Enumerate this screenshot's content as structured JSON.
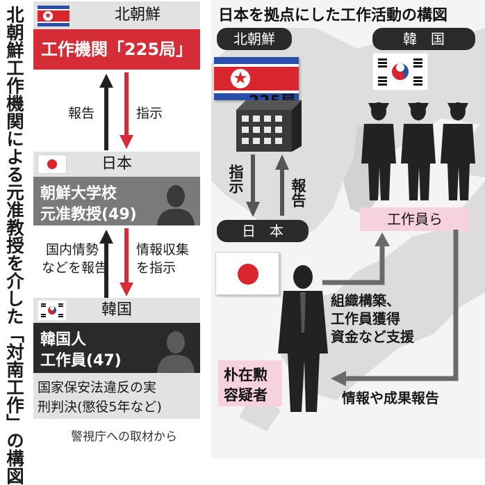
{
  "vertical_title": "北朝鮮工作機関による元准教授を介した「対南工作」の構図",
  "left": {
    "nk_header": "北朝鮮",
    "nk_agency": "工作機関「225局」",
    "label_report": "報告",
    "label_instruct": "指示",
    "japan_header": "日本",
    "japan_person": [
      "朝鮮大学校",
      "元准教授(49)"
    ],
    "label_domestic": [
      "国内情勢",
      "などを報告"
    ],
    "label_collect": [
      "情報収集",
      "を指示"
    ],
    "korea_header": "韓国",
    "korea_person": [
      "韓国人",
      "工作員(47)"
    ],
    "korea_sentence": [
      "国家保安法違反の実",
      "刑判決(懲役5年など)"
    ],
    "source": "警視庁への取材から"
  },
  "right": {
    "title": "日本を拠点にした工作活動の構図",
    "nk_tag": "北朝鮮",
    "korea_tag": "韓　国",
    "bureau": "225局",
    "instruct_v": "指示",
    "report_v": "報告",
    "japan_tag": "日　本",
    "agents_tag": "工作員ら",
    "support_text": [
      "組織構築、",
      "工作員獲得",
      "資金など支援"
    ],
    "suspect": [
      "朴在勲",
      "容疑者"
    ],
    "report_back": "情報や成果報告"
  },
  "colors": {
    "nk_red": "#d8252e",
    "nk_blue": "#2a4fa8",
    "agency_box": "#d42d38",
    "gray_box": "#7a7a7a",
    "black_box": "#2a2a2a",
    "pink_box": "#f6d2de",
    "map_land": "#e4e4e4",
    "sea": "#f4f4f4"
  }
}
